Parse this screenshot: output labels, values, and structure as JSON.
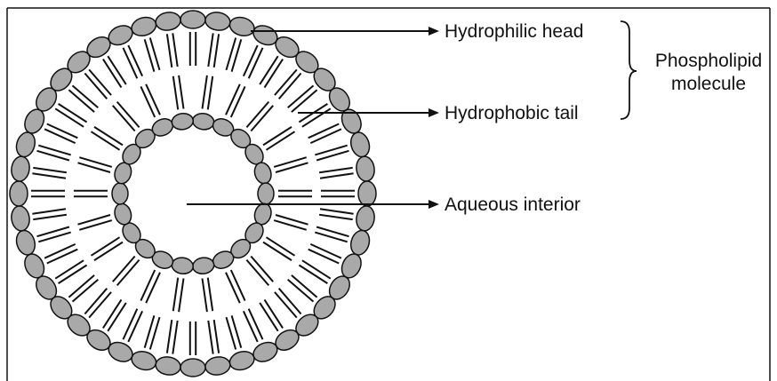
{
  "labels": {
    "hydrophilic_head": "Hydrophilic head",
    "hydrophobic_tail": "Hydrophobic tail",
    "aqueous_interior": "Aqueous interior",
    "phospholipid_line1": "Phospholipid",
    "phospholipid_line2": "molecule"
  },
  "colors": {
    "head_fill": "#a9a9a9",
    "stroke": "#111111",
    "background": "#ffffff"
  },
  "structure": {
    "type": "liposome",
    "outer_layer_head_count": 44,
    "inner_layer_head_count": 22
  }
}
